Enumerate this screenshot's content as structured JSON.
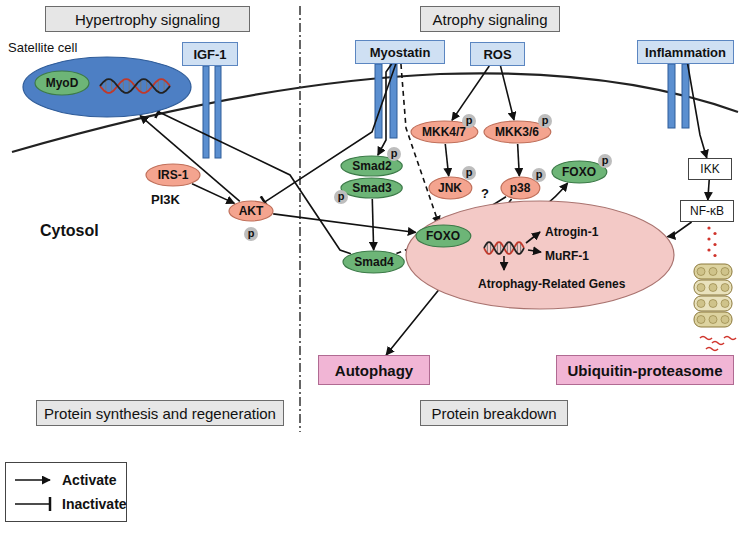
{
  "diagram": {
    "nodes": [
      {
        "text": [
          "Hypertrophy signaling"
        ]
      },
      {
        "text": [
          "Atrophy signaling"
        ]
      },
      {
        "text": [
          "Satellite cell"
        ]
      },
      {
        "text": [
          "MyoD"
        ],
        "in": 2
      },
      {
        "text": [
          "IGF-1"
        ]
      },
      {
        "text": [
          "Myostatin"
        ]
      },
      {
        "text": [
          "ROS"
        ]
      },
      {
        "text": [
          "Inflammation"
        ]
      },
      {
        "text": [
          "MKK4/7"
        ]
      },
      {
        "text": [
          "MKK3/6"
        ]
      },
      {
        "text": [
          "Smad2"
        ]
      },
      {
        "text": [
          "IRS-1"
        ]
      },
      {
        "text": [
          "FOXO"
        ]
      },
      {
        "text": [
          "Smad3"
        ]
      },
      {
        "text": [
          "JNK"
        ]
      },
      {
        "text": [
          "p38"
        ]
      },
      {
        "text": [
          "AKT"
        ]
      },
      {
        "text": [
          "IKK"
        ]
      },
      {
        "text": [
          "NF-κB"
        ]
      },
      {
        "text": [
          "Smad4"
        ]
      },
      {
        "text": [
          "Atrogin-1",
          "MuRF-1",
          "Atrophagy-Related Genes"
        ]
      },
      {
        "text": [
          "FOXO"
        ],
        "in": 20
      },
      {
        "text": [
          "Autophagy"
        ]
      },
      {
        "text": [
          "Ubiquitin-proteasome"
        ]
      },
      {
        "text": [
          "Protein synthesis and regeneration"
        ]
      },
      {
        "text": [
          "Protein breakdown"
        ]
      }
    ],
    "edges": [
      {
        "from": 11,
        "to": 16,
        "label": "PI3K",
        "arrow": "to"
      },
      {
        "from": 16,
        "to": 2,
        "arrow": "to"
      },
      {
        "from": 5,
        "to": 16,
        "arrow": "to"
      },
      {
        "from": 5,
        "to": 10,
        "arrow": "to"
      },
      {
        "from": 13,
        "to": 19,
        "arrow": "to"
      },
      {
        "from": 19,
        "to": 2,
        "arrow": "to"
      },
      {
        "from": 5,
        "to": 21,
        "arrow": "to"
      },
      {
        "from": 19,
        "to": 21,
        "arrow": "to"
      },
      {
        "from": 16,
        "to": 21,
        "arrow": "to"
      },
      {
        "from": 6,
        "to": 8,
        "arrow": "to"
      },
      {
        "from": 6,
        "to": 9,
        "arrow": "to"
      },
      {
        "from": 8,
        "to": 14,
        "arrow": "to"
      },
      {
        "from": 9,
        "to": 15,
        "arrow": "to"
      },
      {
        "from": 15,
        "to": 21,
        "label": "?",
        "arrow": "to"
      },
      {
        "from": 15,
        "to": 22,
        "arrow": "to"
      },
      {
        "from": 21,
        "to": 12,
        "arrow": "to"
      },
      {
        "from": 7,
        "to": 17,
        "arrow": "to"
      },
      {
        "from": 17,
        "to": 18,
        "arrow": "to"
      },
      {
        "from": 18,
        "to": 20,
        "arrow": "to"
      }
    ],
    "labels": [
      "Cytosol",
      "p",
      "p",
      "p",
      "p",
      "p",
      "p",
      "p",
      "p"
    ],
    "legend": [
      {
        "text": "Activate"
      },
      {
        "text": "Inactivate"
      }
    ]
  }
}
